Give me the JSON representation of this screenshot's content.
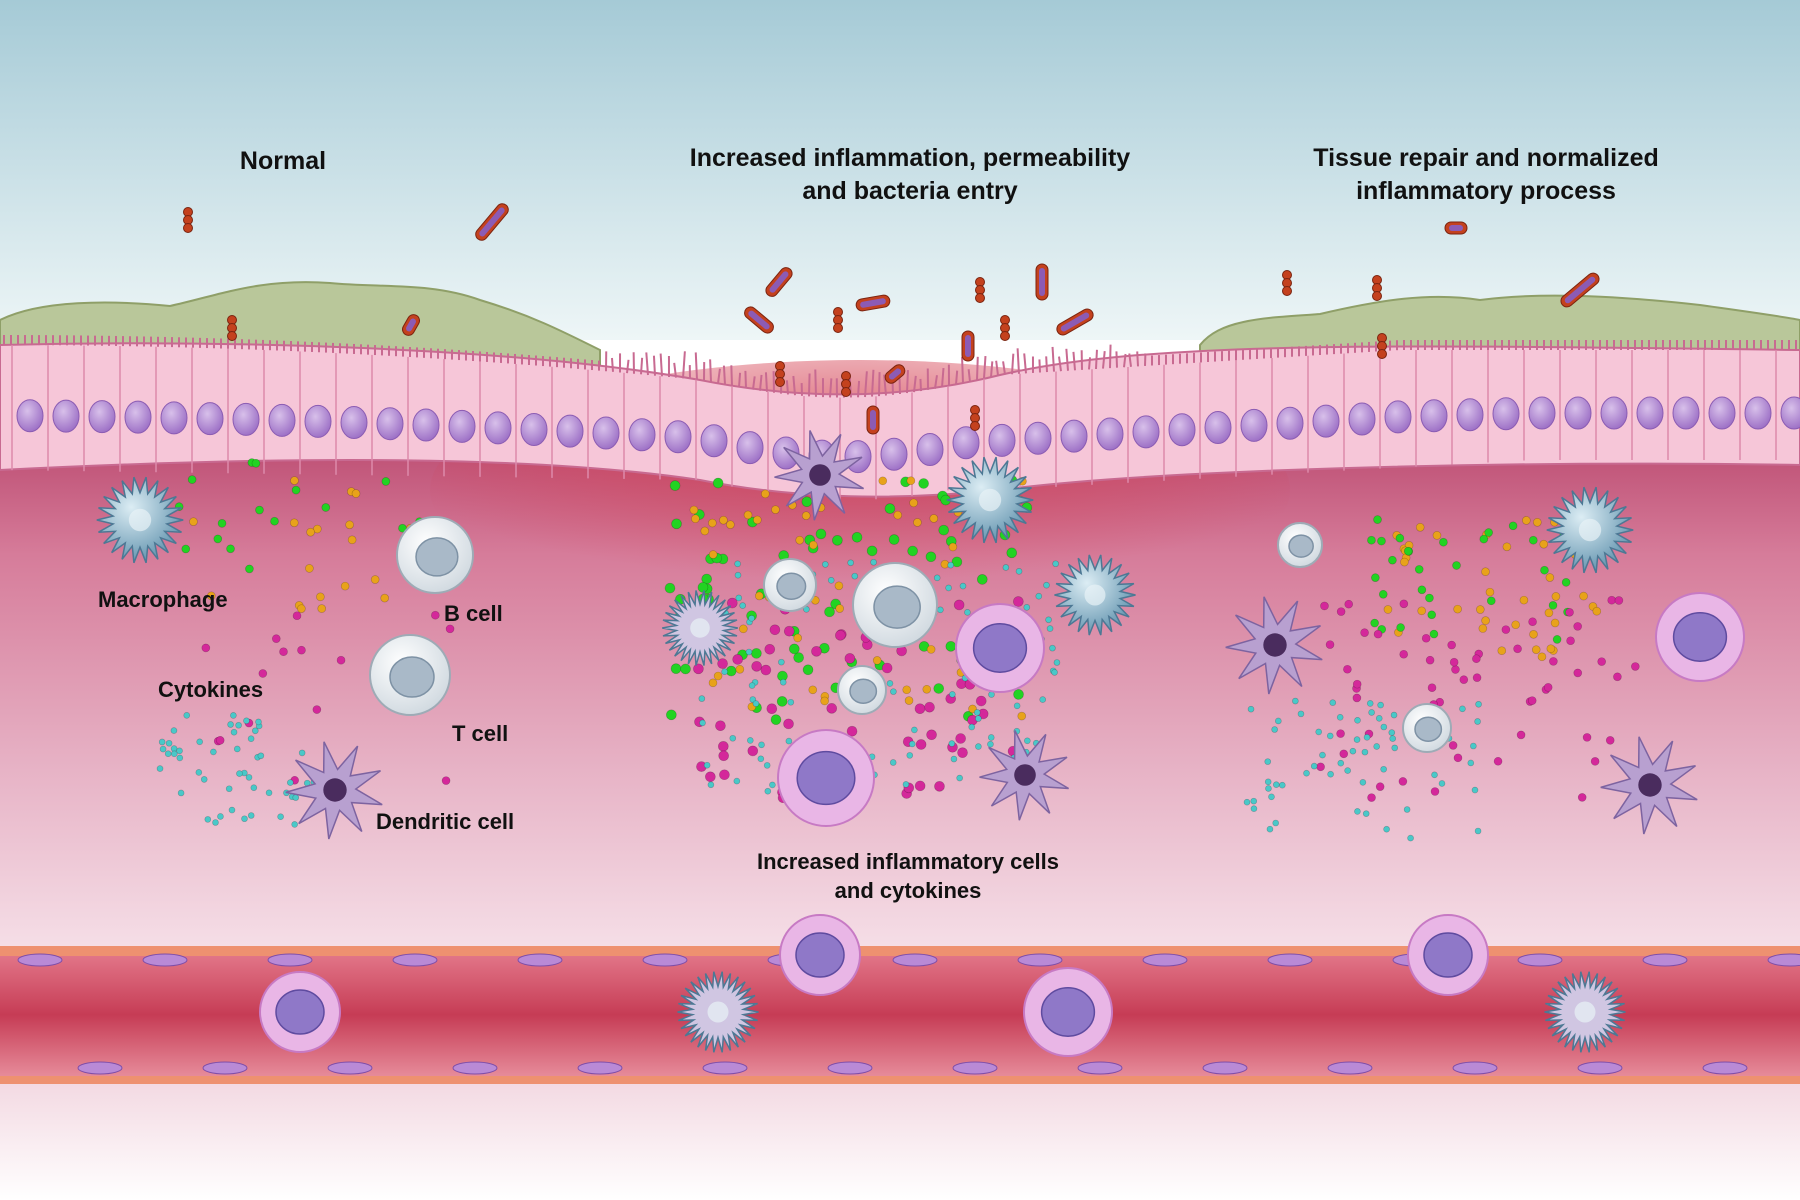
{
  "sections": {
    "normal": {
      "title": "Normal"
    },
    "inflamed": {
      "title_line1": "Increased inflammation, permeability",
      "title_line2": "and bacteria entry"
    },
    "repair": {
      "title_line1": "Tissue repair and normalized",
      "title_line2": "inflammatory process"
    }
  },
  "labels": {
    "macrophage": "Macrophage",
    "b_cell": "B cell",
    "cytokines": "Cytokines",
    "t_cell": "T cell",
    "dendritic_cell": "Dendritic cell",
    "inflammatory_line1": "Increased inflammatory cells",
    "inflammatory_line2": "and cytokines"
  },
  "colors": {
    "sky": "#a9cdd8",
    "mucus": "#b9c79a",
    "epithelium": "#f6c6d8",
    "nucleus": "#b98ad6",
    "lamina_propria": "#c9577c",
    "vessel": "#c4455e",
    "bacteria": "#c4411e",
    "cytokine_green": "#22d322",
    "cytokine_orange": "#e8a21a",
    "cytokine_magenta": "#d4289a",
    "cytokine_teal": "#49c8c8"
  }
}
